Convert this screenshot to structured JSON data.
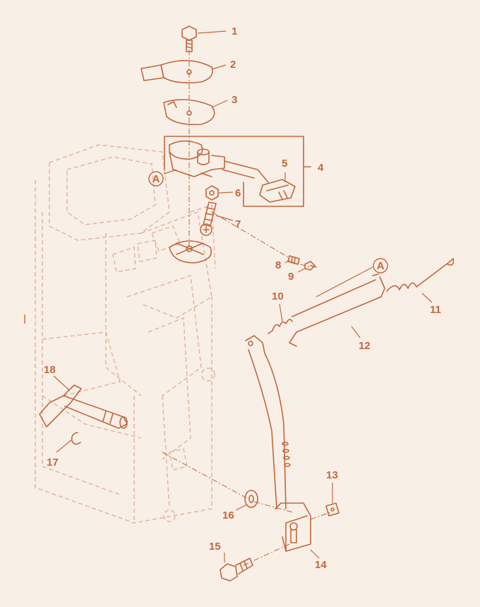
{
  "colors": {
    "ink": "#c2683f",
    "ghost": "#e2b29a",
    "background": "#f8efe6"
  },
  "callouts": {
    "p1": "1",
    "p2": "2",
    "p3": "3",
    "p4": "4",
    "p5": "5",
    "p6": "6",
    "p7": "7",
    "p8": "8",
    "p9": "9",
    "p10": "10",
    "p11": "11",
    "p12": "12",
    "p13": "13",
    "p14": "14",
    "p15": "15",
    "p16": "16",
    "p17": "17",
    "p18": "18"
  },
  "reference_marks": {
    "left": "A",
    "right": "A"
  }
}
